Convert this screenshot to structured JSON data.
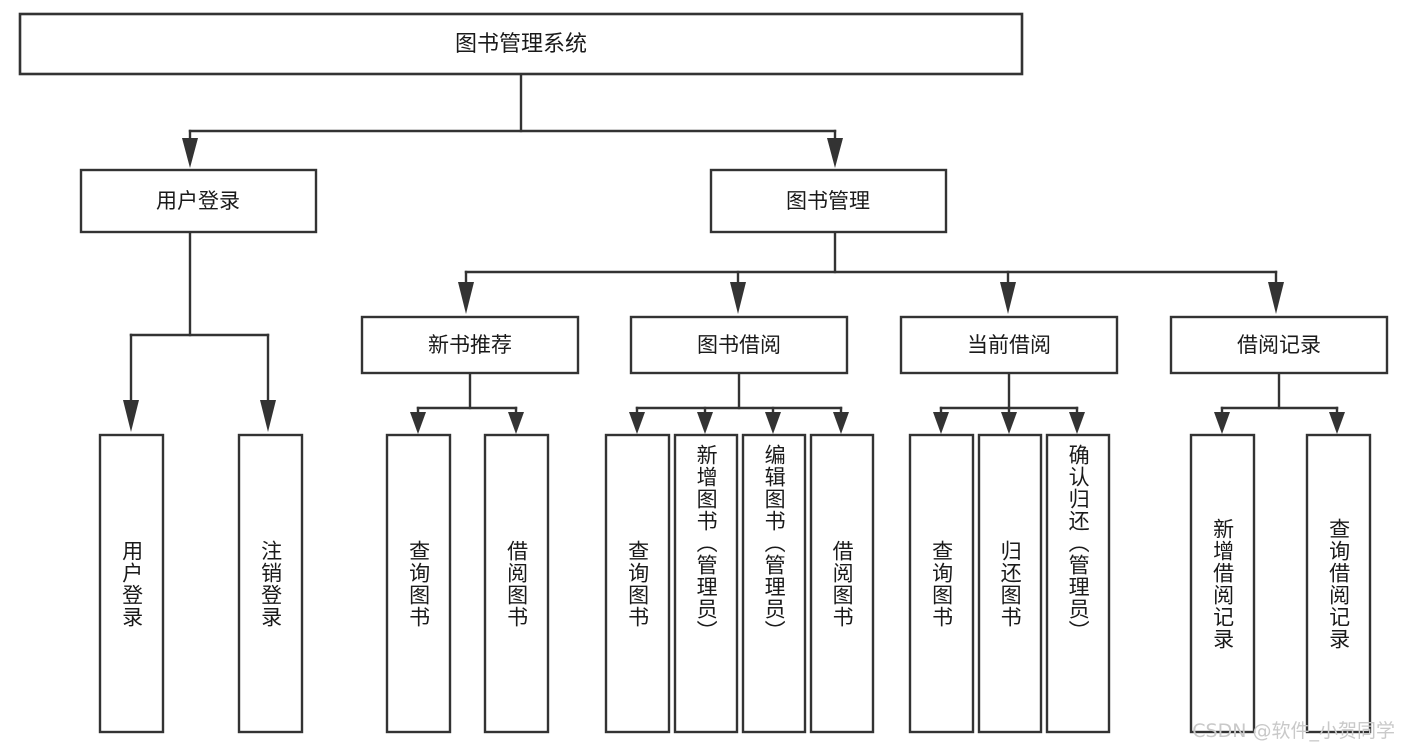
{
  "diagram": {
    "type": "tree-hierarchy-flowchart",
    "title": "图书管理系统",
    "watermark": "CSDN @软件_小贺同学",
    "colors": {
      "stroke": "#333333",
      "fill": "#ffffff",
      "text": "#1a1a1a",
      "watermark": "#c9c9c9",
      "background": "#ffffff"
    },
    "levels": {
      "level1": {
        "label": "图书管理系统"
      },
      "level2": [
        {
          "label": "用户登录"
        },
        {
          "label": "图书管理"
        }
      ],
      "level3": [
        {
          "label": "新书推荐"
        },
        {
          "label": "图书借阅"
        },
        {
          "label": "当前借阅"
        },
        {
          "label": "借阅记录"
        }
      ],
      "level4": {
        "user_login": [
          {
            "label": "用户登录"
          },
          {
            "label": "注销登录"
          }
        ],
        "new_book_recommend": [
          {
            "label": "查询图书"
          },
          {
            "label": "借阅图书"
          }
        ],
        "book_borrow": [
          {
            "label": "查询图书"
          },
          {
            "label": "新增图书（管理员）"
          },
          {
            "label": "编辑图书（管理员）"
          },
          {
            "label": "借阅图书"
          }
        ],
        "current_borrow": [
          {
            "label": "查询图书"
          },
          {
            "label": "归还图书"
          },
          {
            "label": "确认归还（管理员）"
          }
        ],
        "borrow_record": [
          {
            "label": "新增借阅记录"
          },
          {
            "label": "查询借阅记录"
          }
        ]
      }
    }
  }
}
